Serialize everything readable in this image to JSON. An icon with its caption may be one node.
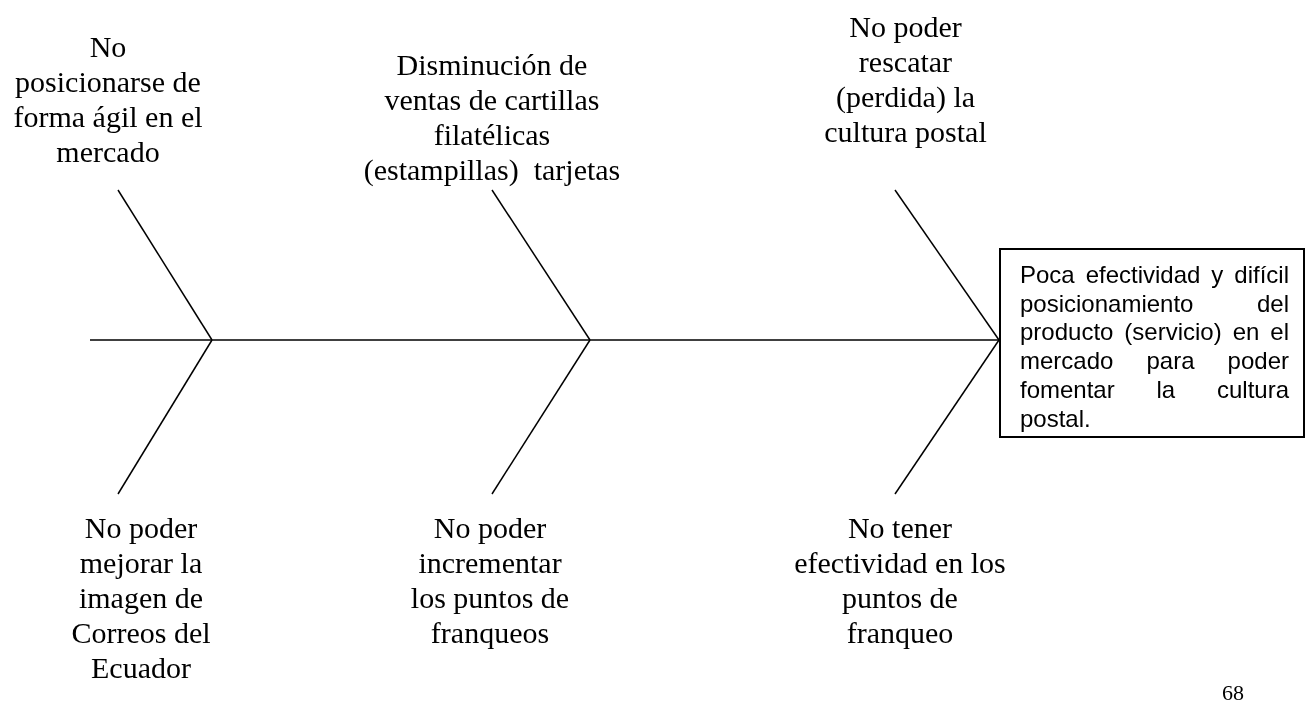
{
  "diagram": {
    "nodes": [
      {
        "text": [
          "No posicionarse de forma ágil en el mercado"
        ]
      },
      {
        "text": [
          "Disminución de ventas de cartillas filatélicas (estampillas)  tarjetas"
        ]
      },
      {
        "text": [
          "No poder rescatar (perdida) la cultura postal"
        ]
      },
      {
        "text": [
          "No poder mejorar la imagen de Correos del Ecuador"
        ]
      },
      {
        "text": [
          "No poder incrementar los puntos de franqueos"
        ]
      },
      {
        "text": [
          "No tener efectividad en los puntos de franqueo"
        ]
      },
      {
        "text": [
          "Poca efectividad y difícil posicionamiento del producto (servicio) en el mercado para poder fomentar la cultura postal."
        ]
      }
    ],
    "edges": [
      {
        "from": 0,
        "to": null,
        "arrow": "none"
      },
      {
        "from": 1,
        "to": null,
        "arrow": "none"
      },
      {
        "from": 2,
        "to": 6,
        "arrow": "none"
      },
      {
        "from": 3,
        "to": null,
        "arrow": "none"
      },
      {
        "from": 4,
        "to": null,
        "arrow": "none"
      },
      {
        "from": 5,
        "to": 6,
        "arrow": "none"
      },
      {
        "from": null,
        "to": 6,
        "arrow": "none"
      }
    ],
    "labels": [
      "68"
    ]
  }
}
